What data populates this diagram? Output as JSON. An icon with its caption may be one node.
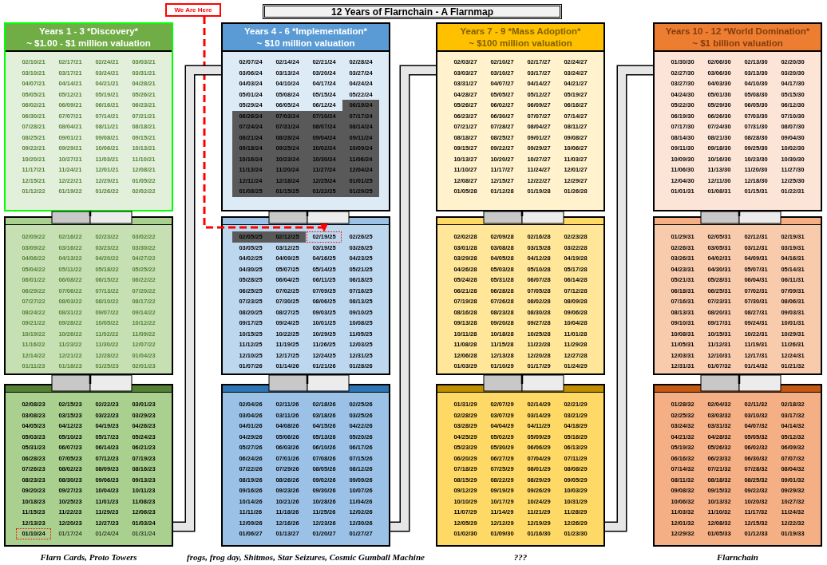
{
  "diagram": {
    "title": "12 Years of Flarnchain - A Flarnmap",
    "nodes": [
      {
        "text": [
          "We Are Here"
        ]
      },
      {
        "text": [
          "Years 1 - 3 *Discovery*",
          "~ $1.00 - $1 million valuation",
          "02/10/21",
          "02/17/21",
          "02/24/21",
          "03/03/21",
          "03/10/21",
          "03/17/21",
          "03/24/21",
          "03/31/21",
          "04/07/21",
          "04/14/21",
          "04/21/21",
          "04/28/21",
          "05/05/21",
          "05/12/21",
          "05/19/21",
          "05/26/21",
          "06/02/21",
          "06/09/21",
          "06/16/21",
          "06/23/21",
          "06/30/21",
          "07/07/21",
          "07/14/21",
          "07/21/21",
          "07/28/21",
          "08/04/21",
          "08/11/21",
          "08/18/21",
          "08/25/21",
          "09/01/21",
          "09/08/21",
          "09/15/21",
          "09/22/21",
          "09/29/21",
          "10/06/21",
          "10/13/21",
          "10/20/21",
          "10/27/21",
          "11/03/21",
          "11/10/21",
          "11/17/21",
          "11/24/21",
          "12/01/21",
          "12/08/21",
          "12/15/21",
          "12/22/21",
          "12/29/21",
          "01/05/22",
          "01/12/22",
          "01/19/22",
          "01/26/22",
          "02/02/22"
        ]
      },
      {
        "text": [
          "02/09/22",
          "02/16/22",
          "02/23/22",
          "03/02/22",
          "03/09/22",
          "03/16/22",
          "03/23/22",
          "03/30/22",
          "04/06/22",
          "04/13/22",
          "04/20/22",
          "04/27/22",
          "05/04/22",
          "05/11/22",
          "05/18/22",
          "05/25/22",
          "06/01/22",
          "06/08/22",
          "06/15/22",
          "06/22/22",
          "06/29/22",
          "07/06/22",
          "07/13/22",
          "07/20/22",
          "07/27/22",
          "08/03/22",
          "08/10/22",
          "08/17/22",
          "08/24/22",
          "08/31/22",
          "09/07/22",
          "09/14/22",
          "09/21/22",
          "09/28/22",
          "10/05/22",
          "10/12/22",
          "10/19/22",
          "10/26/22",
          "11/02/22",
          "11/09/22",
          "11/16/22",
          "11/23/22",
          "11/30/22",
          "12/07/22",
          "12/14/22",
          "12/21/22",
          "12/28/22",
          "01/04/23",
          "01/11/23",
          "01/18/23",
          "01/25/23",
          "02/01/23"
        ]
      },
      {
        "text": [
          "02/08/23",
          "02/15/23",
          "02/22/23",
          "03/01/23",
          "03/08/23",
          "03/15/23",
          "03/22/23",
          "03/29/23",
          "04/05/23",
          "04/12/23",
          "04/19/23",
          "04/26/23",
          "05/03/23",
          "05/10/23",
          "05/17/23",
          "05/24/23",
          "05/31/23",
          "06/07/23",
          "06/14/23",
          "06/21/23",
          "06/28/23",
          "07/05/23",
          "07/12/23",
          "07/19/23",
          "07/26/23",
          "08/02/23",
          "08/09/23",
          "08/16/23",
          "08/23/23",
          "08/30/23",
          "09/06/23",
          "09/13/23",
          "09/20/23",
          "09/27/23",
          "10/04/23",
          "10/11/23",
          "10/18/23",
          "10/25/23",
          "11/01/23",
          "11/08/23",
          "11/15/23",
          "11/22/23",
          "11/29/23",
          "12/06/23",
          "12/13/23",
          "12/20/23",
          "12/27/23",
          "01/03/24",
          "01/17/24",
          "01/24/24",
          "01/31/24"
        ],
        "beside": [
          "Flarn Cards, Proto Towers"
        ]
      },
      {
        "text": [
          "Years 4 - 6 *Implementation*",
          "~ $10 million valuation",
          "02/07/24",
          "02/14/24",
          "02/21/24",
          "02/28/24",
          "03/06/24",
          "03/13/24",
          "03/20/24",
          "03/27/24",
          "04/03/24",
          "04/10/24",
          "04/17/24",
          "04/24/24",
          "05/01/24",
          "05/08/24",
          "05/15/24",
          "05/22/24",
          "05/29/24",
          "06/05/24",
          "06/12/24",
          "06/19/24",
          "06/26/24",
          "07/03/24",
          "07/10/24",
          "07/17/24",
          "07/24/24",
          "07/31/24",
          "08/07/24",
          "08/14/24",
          "08/21/24",
          "08/28/24",
          "09/04/24",
          "09/11/24",
          "09/18/24",
          "09/25/24",
          "10/02/24",
          "10/09/24",
          "10/16/24",
          "10/23/24",
          "10/30/24",
          "11/06/24",
          "11/13/24",
          "11/20/24",
          "11/27/24",
          "12/04/24",
          "12/11/24",
          "12/18/24",
          "12/25/24",
          "01/01/25",
          "01/08/25",
          "01/15/25",
          "01/22/25",
          "01/29/25"
        ]
      },
      {
        "text": [
          "02/05/25",
          "02/12/25",
          "02/26/25",
          "03/05/25",
          "03/12/25",
          "03/19/25",
          "03/26/25",
          "04/02/25",
          "04/09/25",
          "04/16/25",
          "04/23/25",
          "04/30/25",
          "05/07/25",
          "05/14/25",
          "05/21/25",
          "05/28/25",
          "06/04/25",
          "06/11/25",
          "06/18/25",
          "06/25/25",
          "07/02/25",
          "07/09/25",
          "07/16/25",
          "07/23/25",
          "07/30/25",
          "08/06/25",
          "08/13/25",
          "08/20/25",
          "08/27/25",
          "09/03/25",
          "09/10/25",
          "09/17/25",
          "09/24/25",
          "10/01/25",
          "10/08/25",
          "10/15/25",
          "10/22/25",
          "10/29/25",
          "11/05/25",
          "11/12/25",
          "11/19/25",
          "11/26/25",
          "12/03/25",
          "12/10/25",
          "12/17/25",
          "12/24/25",
          "12/31/25",
          "01/07/26",
          "01/14/26",
          "01/21/26",
          "01/28/26"
        ]
      },
      {
        "text": [
          "02/04/26",
          "02/11/26",
          "02/18/26",
          "02/25/26",
          "03/04/26",
          "03/11/26",
          "03/18/26",
          "03/25/26",
          "04/01/26",
          "04/08/26",
          "04/15/26",
          "04/22/26",
          "04/29/26",
          "05/06/26",
          "05/13/26",
          "05/20/26",
          "05/27/26",
          "06/03/26",
          "06/10/26",
          "06/17/26",
          "06/24/26",
          "07/01/26",
          "07/08/26",
          "07/15/26",
          "07/22/26",
          "07/29/26",
          "08/05/26",
          "08/12/26",
          "08/19/26",
          "08/26/26",
          "09/02/26",
          "09/09/26",
          "09/16/26",
          "09/23/26",
          "09/30/26",
          "10/07/26",
          "10/14/26",
          "10/21/26",
          "10/28/26",
          "11/04/26",
          "11/11/26",
          "11/18/26",
          "11/25/26",
          "12/02/26",
          "12/09/26",
          "12/16/26",
          "12/23/26",
          "12/30/26",
          "01/06/27",
          "01/13/27",
          "01/20/27",
          "01/27/27"
        ],
        "beside": [
          "frogs, frog day, Shitmos, Star Seizures, Cosmic Gumball Machine"
        ]
      },
      {
        "text": [
          "Years 7 - 9 *Mass Adoption*",
          "~ $100 million valuation",
          "02/03/27",
          "02/10/27",
          "02/17/27",
          "02/24/27",
          "03/03/27",
          "03/10/27",
          "03/17/27",
          "03/24/27",
          "03/31/27",
          "04/07/27",
          "04/14/27",
          "04/21/27",
          "04/28/27",
          "05/05/27",
          "05/12/27",
          "05/19/27",
          "05/26/27",
          "06/02/27",
          "06/09/27",
          "06/16/27",
          "06/23/27",
          "06/30/27",
          "07/07/27",
          "07/14/27",
          "07/21/27",
          "07/28/27",
          "08/04/27",
          "08/11/27",
          "08/18/27",
          "08/25/27",
          "09/01/27",
          "09/08/27",
          "09/15/27",
          "09/22/27",
          "09/29/27",
          "10/06/27",
          "10/13/27",
          "10/20/27",
          "10/27/27",
          "11/03/27",
          "11/10/27",
          "11/17/27",
          "11/24/27",
          "12/01/27",
          "12/08/27",
          "12/15/27",
          "12/22/27",
          "12/29/27",
          "01/05/28",
          "01/12/28",
          "01/19/28",
          "01/26/28"
        ]
      },
      {
        "text": [
          "02/02/28",
          "02/09/28",
          "02/16/28",
          "02/23/28",
          "03/01/28",
          "03/08/28",
          "03/15/28",
          "03/22/28",
          "03/29/28",
          "04/05/28",
          "04/12/28",
          "04/19/28",
          "04/26/28",
          "05/03/28",
          "05/10/28",
          "05/17/28",
          "05/24/28",
          "05/31/28",
          "06/07/28",
          "06/14/28",
          "06/21/28",
          "06/28/28",
          "07/05/28",
          "07/12/28",
          "07/19/28",
          "07/26/28",
          "08/02/28",
          "08/09/28",
          "08/16/28",
          "08/23/28",
          "08/30/28",
          "09/06/28",
          "09/13/28",
          "09/20/28",
          "09/27/28",
          "10/04/28",
          "10/11/28",
          "10/18/28",
          "10/25/28",
          "11/01/28",
          "11/08/28",
          "11/15/28",
          "11/22/28",
          "11/29/28",
          "12/06/28",
          "12/13/28",
          "12/20/28",
          "12/27/28",
          "01/03/29",
          "01/10/29",
          "01/17/29",
          "01/24/29"
        ]
      },
      {
        "text": [
          "01/31/29",
          "02/07/29",
          "02/14/29",
          "02/21/29",
          "02/28/29",
          "03/07/29",
          "03/14/29",
          "03/21/29",
          "03/28/29",
          "04/04/29",
          "04/11/29",
          "04/18/29",
          "04/25/29",
          "05/02/29",
          "05/09/29",
          "05/16/29",
          "05/23/29",
          "05/30/29",
          "06/06/29",
          "06/13/29",
          "06/20/29",
          "06/27/29",
          "07/04/29",
          "07/11/29",
          "07/18/29",
          "07/25/29",
          "08/01/29",
          "08/08/29",
          "08/15/29",
          "08/22/29",
          "08/29/29",
          "09/05/29",
          "09/12/29",
          "09/19/29",
          "09/26/29",
          "10/03/29",
          "10/10/29",
          "10/17/29",
          "10/24/29",
          "10/31/29",
          "11/07/29",
          "11/14/29",
          "11/21/29",
          "11/28/29",
          "12/05/29",
          "12/12/29",
          "12/19/29",
          "12/26/29",
          "01/02/30",
          "01/09/30",
          "01/16/30",
          "01/23/30"
        ],
        "beside": [
          "???"
        ]
      },
      {
        "text": [
          "Years 10 - 12 *World Domination*",
          "~ $1 billion valuation",
          "01/30/30",
          "02/06/30",
          "02/13/30",
          "02/20/30",
          "02/27/30",
          "03/06/30",
          "03/13/30",
          "03/20/30",
          "03/27/30",
          "04/03/30",
          "04/10/30",
          "04/17/30",
          "04/24/30",
          "05/01/30",
          "05/08/30",
          "05/15/30",
          "05/22/30",
          "05/29/30",
          "06/05/30",
          "06/12/30",
          "06/19/30",
          "06/26/30",
          "07/03/30",
          "07/10/30",
          "07/17/30",
          "07/24/30",
          "07/31/30",
          "08/07/30",
          "08/14/30",
          "08/21/30",
          "08/28/30",
          "09/04/30",
          "09/11/30",
          "09/18/30",
          "09/25/30",
          "10/02/30",
          "10/09/30",
          "10/16/30",
          "10/23/30",
          "10/30/30",
          "11/06/30",
          "11/13/30",
          "11/20/30",
          "11/27/30",
          "12/04/30",
          "12/11/30",
          "12/18/30",
          "12/25/30",
          "01/01/31",
          "01/08/31",
          "01/15/31",
          "01/22/31"
        ]
      },
      {
        "text": [
          "01/29/31",
          "02/05/31",
          "02/12/31",
          "02/19/31",
          "02/26/31",
          "03/05/31",
          "03/12/31",
          "03/19/31",
          "03/26/31",
          "04/02/31",
          "04/09/31",
          "04/16/31",
          "04/23/31",
          "04/30/31",
          "05/07/31",
          "05/14/31",
          "05/21/31",
          "05/28/31",
          "06/04/31",
          "06/11/31",
          "06/18/31",
          "06/25/31",
          "07/02/31",
          "07/09/31",
          "07/16/31",
          "07/23/31",
          "07/30/31",
          "08/06/31",
          "08/13/31",
          "08/20/31",
          "08/27/31",
          "09/03/31",
          "09/10/31",
          "09/17/31",
          "09/24/31",
          "10/01/31",
          "10/08/31",
          "10/15/31",
          "10/22/31",
          "10/29/31",
          "11/05/31",
          "11/12/31",
          "11/19/31",
          "11/26/31",
          "12/03/31",
          "12/10/31",
          "12/17/31",
          "12/24/31",
          "12/31/31",
          "01/07/32",
          "01/14/32",
          "01/21/32"
        ]
      },
      {
        "text": [
          "01/28/32",
          "02/04/32",
          "02/11/32",
          "02/18/32",
          "02/25/32",
          "03/03/32",
          "03/10/32",
          "03/17/32",
          "03/24/32",
          "03/31/32",
          "04/07/32",
          "04/14/32",
          "04/21/32",
          "04/28/32",
          "05/05/32",
          "05/12/32",
          "05/19/32",
          "05/26/32",
          "06/02/32",
          "06/09/32",
          "06/16/32",
          "06/23/32",
          "06/30/32",
          "07/07/32",
          "07/14/32",
          "07/21/32",
          "07/28/32",
          "08/04/32",
          "08/11/32",
          "08/18/32",
          "08/25/32",
          "09/01/32",
          "09/08/32",
          "09/15/32",
          "09/22/32",
          "09/29/32",
          "10/06/32",
          "10/13/32",
          "10/20/32",
          "10/27/32",
          "11/03/32",
          "11/10/32",
          "11/17/32",
          "11/24/32",
          "12/01/32",
          "12/08/32",
          "12/15/32",
          "12/22/32",
          "12/29/32",
          "01/05/33",
          "01/12/33",
          "01/19/33"
        ],
        "beside": [
          "Flarnchain"
        ]
      },
      {
        "text": [
          "02/19/25"
        ],
        "in": 5
      },
      {
        "text": [
          "01/10/24"
        ],
        "in": 3
      }
    ],
    "edges": [
      {
        "from": 0,
        "to": 13,
        "arrow": "to",
        "style": "dashed",
        "color": "#ff0000"
      },
      {
        "from": 1,
        "to": 2,
        "arrow": "none"
      },
      {
        "from": 2,
        "to": 3,
        "arrow": "none"
      },
      {
        "from": 3,
        "to": 4,
        "arrow": "none",
        "style": "thick"
      },
      {
        "from": 4,
        "to": 5,
        "arrow": "none"
      },
      {
        "from": 5,
        "to": 6,
        "arrow": "none"
      },
      {
        "from": 6,
        "to": 7,
        "arrow": "none",
        "style": "thick"
      },
      {
        "from": 7,
        "to": 8,
        "arrow": "none"
      },
      {
        "from": 8,
        "to": 9,
        "arrow": "none"
      },
      {
        "from": 9,
        "to": 10,
        "arrow": "none",
        "style": "thick"
      },
      {
        "from": 10,
        "to": 11,
        "arrow": "none"
      },
      {
        "from": 11,
        "to": 12,
        "arrow": "none"
      }
    ]
  }
}
